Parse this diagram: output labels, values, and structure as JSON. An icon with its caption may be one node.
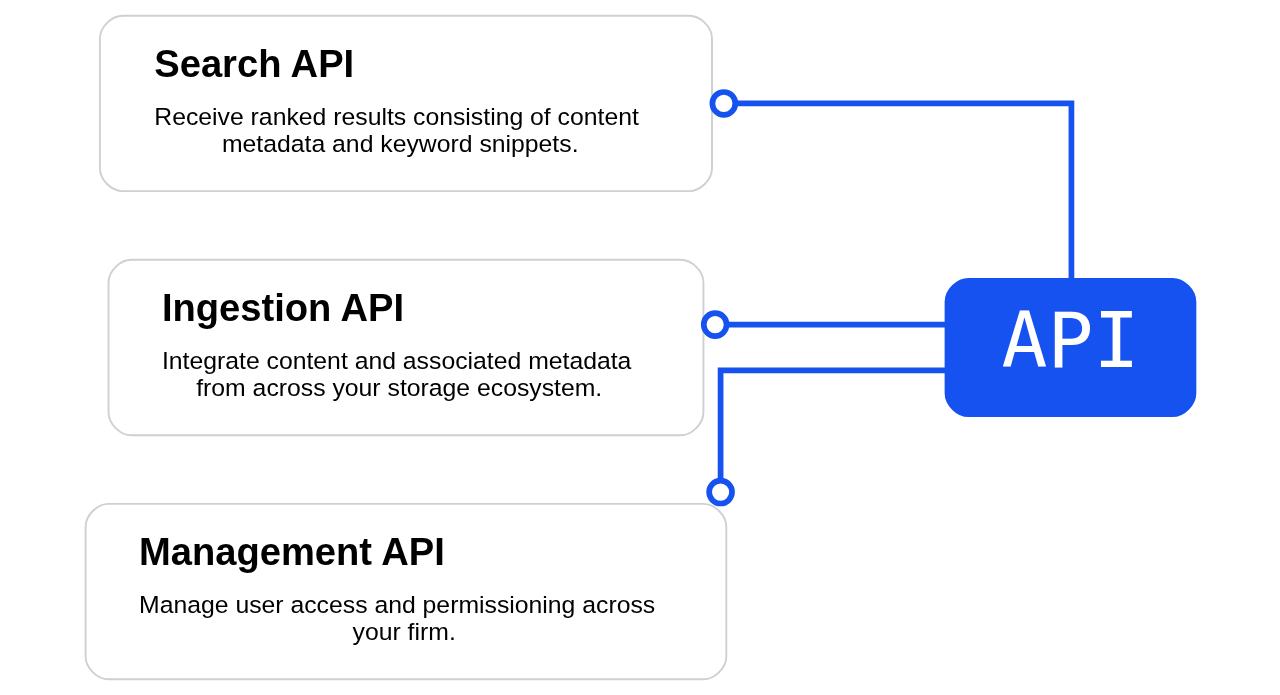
{
  "diagram": {
    "nodes": [
      {
        "text": [
          "Search API",
          "Receive ranked results consisting of content metadata and keyword snippets."
        ]
      },
      {
        "text": [
          "Ingestion API",
          "Integrate content and associated metadata from across your storage ecosystem."
        ]
      },
      {
        "text": [
          "Management API",
          "Manage user access and permissioning across your firm."
        ]
      },
      {
        "text": [
          "API"
        ]
      }
    ],
    "edges": [
      {
        "from": 0,
        "to": 3,
        "arrow": "other"
      },
      {
        "from": 1,
        "to": 3,
        "arrow": "other"
      },
      {
        "from": 2,
        "to": 3,
        "arrow": "other"
      }
    ]
  }
}
